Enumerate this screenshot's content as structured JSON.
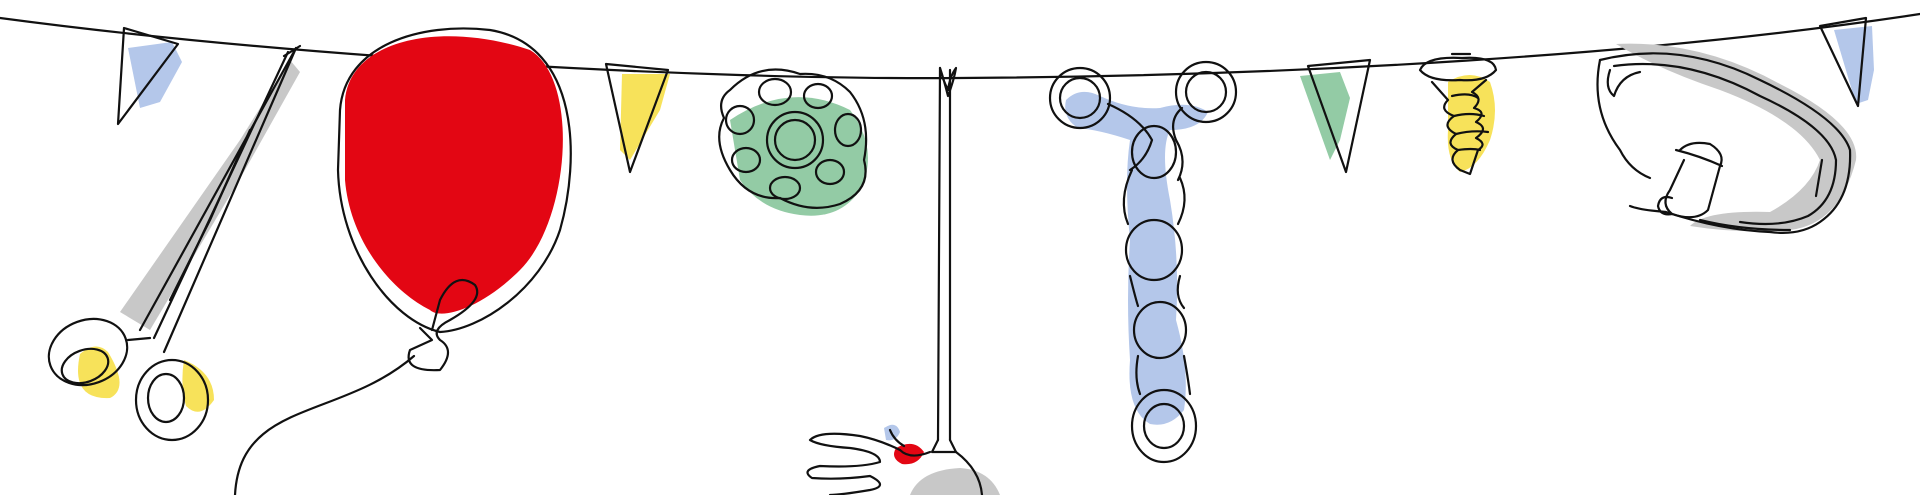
{
  "illustration": {
    "style": "continuous single-line drawing with flat color blobs",
    "items": [
      "bunting-flag-blue-left",
      "surgical-scissors",
      "red-balloon",
      "bunting-flag-yellow",
      "bone-plate-round",
      "probe-instrument",
      "y-bone-plate",
      "bunting-flag-green",
      "bone-screw",
      "acetabular-cup-implant",
      "bunting-flag-blue-right"
    ]
  },
  "colors": {
    "ink": "#111111",
    "red": "#e30613",
    "blue": "#b4c7ea",
    "yellow": "#f7e25a",
    "green": "#93cba5",
    "gray": "#c8c8c8",
    "background": "#ffffff"
  }
}
